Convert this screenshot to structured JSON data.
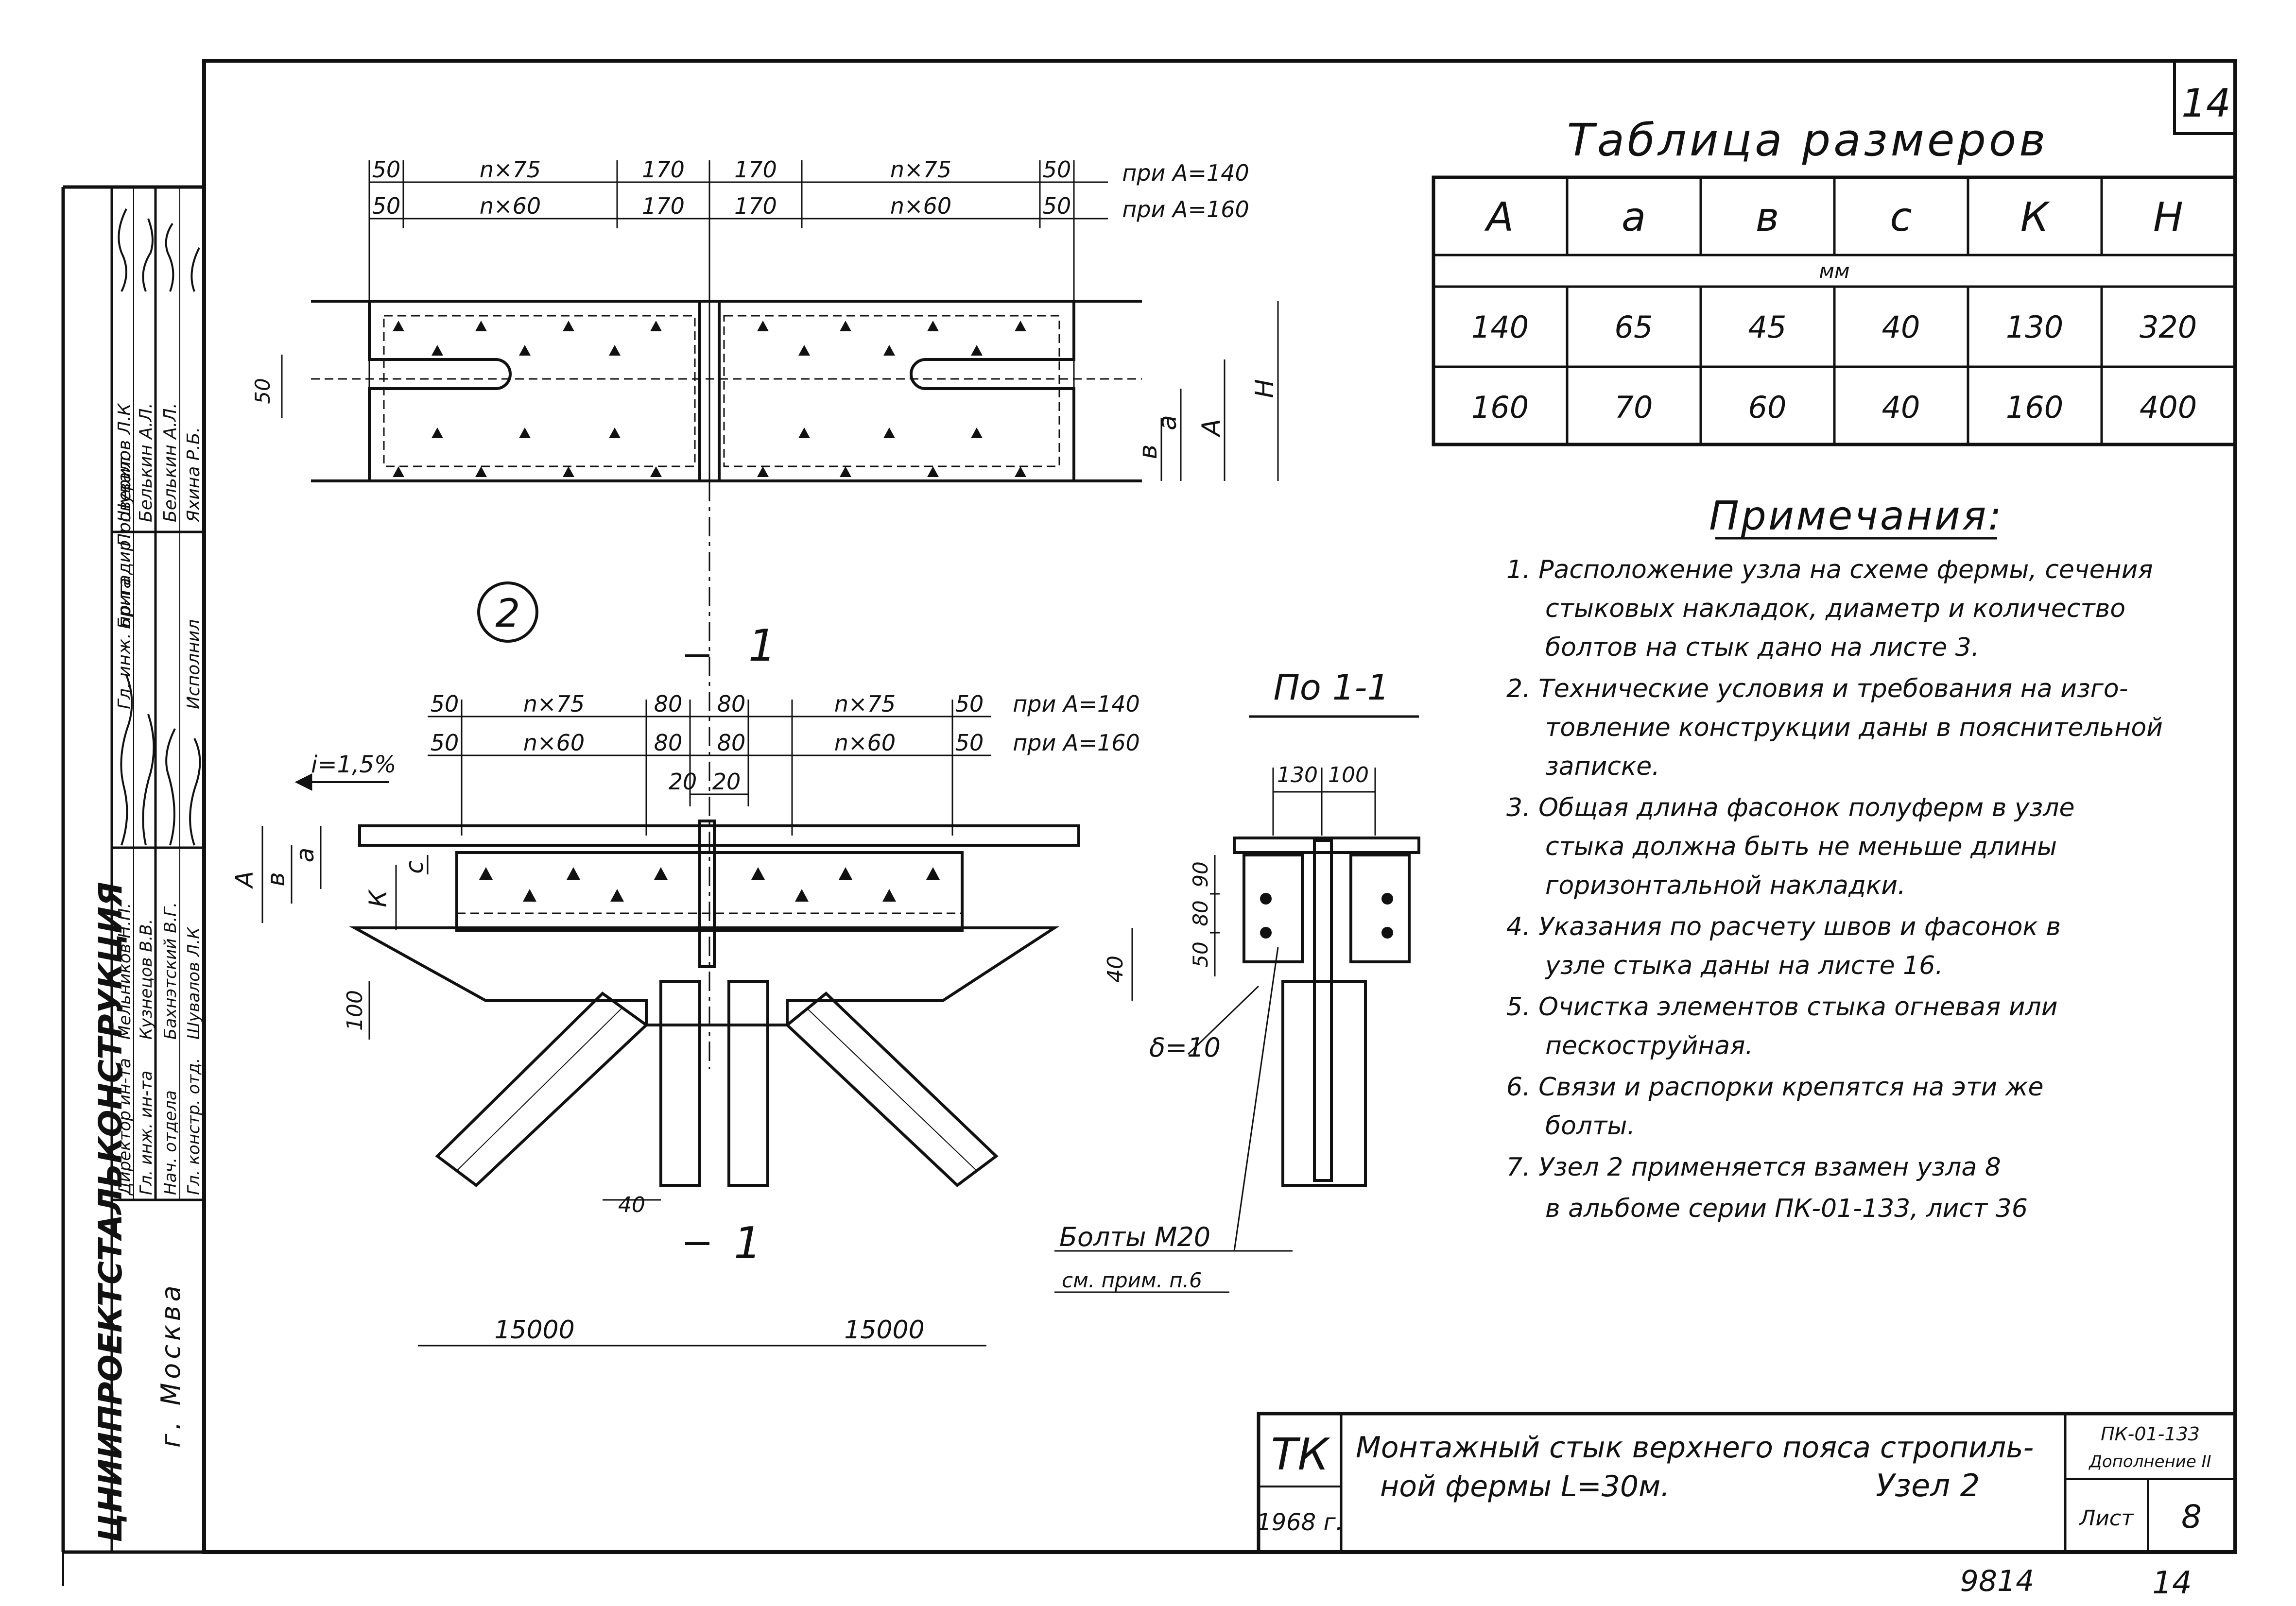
{
  "sheet_number": "14",
  "table": {
    "title": "Таблица размеров",
    "headers": [
      "A",
      "a",
      "в",
      "c",
      "К",
      "H"
    ],
    "unit": "мм",
    "rows": [
      [
        "140",
        "65",
        "45",
        "40",
        "130",
        "320"
      ],
      [
        "160",
        "70",
        "60",
        "40",
        "160",
        "400"
      ]
    ]
  },
  "notes": {
    "title": "Примечания:",
    "lines": [
      "1. Расположение узла на схеме фермы, сечения",
      "стыковых накладок, диаметр и количество",
      "болтов на стык дано на листе 3.",
      "2. Технические условия и требования на изго-",
      "товление конструкции даны в пояснительной",
      "записке.",
      "3. Общая длина фасонок полуферм в узле",
      "стыка должна быть не меньше длины",
      "горизонтальной накладки.",
      "4. Указания по расчету швов и фасонок в",
      "узле стыка даны на листе 16.",
      "5. Очистка элементов стыка огневая или",
      "пескоструйная.",
      "6. Связи и распорки крепятся на эти же",
      "болты.",
      "7. Узел 2 применяется взамен узла 8",
      "в альбоме серии ПК-01-133, лист 36"
    ]
  },
  "top_view": {
    "row1": [
      "50",
      "n×75",
      "170",
      "170",
      "n×75",
      "50",
      "при A=140"
    ],
    "row2": [
      "50",
      "n×60",
      "170",
      "170",
      "n×60",
      "50",
      "при A=160"
    ],
    "side_50": "50",
    "right_labels": [
      "в",
      "a",
      "A",
      "H"
    ]
  },
  "front_view": {
    "node_label": "2",
    "section_mark": "1",
    "row1": [
      "50",
      "n×75",
      "80",
      "80",
      "n×75",
      "50",
      "при A=140"
    ],
    "row2": [
      "50",
      "n×60",
      "80",
      "80",
      "n×60",
      "50",
      "при A=160"
    ],
    "row3": [
      "20",
      "20"
    ],
    "slope": "i=1,5%",
    "left_labels": [
      "A",
      "в",
      "a",
      "К",
      "c"
    ],
    "dim_40_right": "40",
    "dim_100": "100",
    "dim_40_bottom": "40",
    "span_left": "15000",
    "span_right": "15000"
  },
  "section_view": {
    "title": "По 1-1",
    "dims_top": [
      "130",
      "100"
    ],
    "dims_side": [
      "90",
      "80",
      "50"
    ],
    "delta": "δ=10",
    "bolts": "Болты М20",
    "bolts_ref": "см. прим. п.6"
  },
  "left_strip": {
    "org": "ЦНИИПРОЕКТСТАЛЬКОНСТРУКЦИЯ",
    "city": "г. Москва",
    "group_a_roles": [
      "Гл. инж. пр-та",
      "Бригадир",
      "Проверил",
      "Исполнил"
    ],
    "group_a_names": [
      "Шувалов Л.К",
      "Белькин А.Л.",
      "Белькин А.Л.",
      "Яхина Р.Б."
    ],
    "group_b_roles": [
      "Директор ин-та",
      "Гл. инж. ин-та",
      "Нач. отдела",
      "Гл. констр. отд."
    ],
    "group_b_names": [
      "Мельников Н.П.",
      "Кузнецов В.В.",
      "Бахнэтский В.Г.",
      "Шувалов Л.К"
    ]
  },
  "title_block": {
    "tk": "ТК",
    "year": "1968 г.",
    "title_line1": "Монтажный стык верхнего пояса стропиль-",
    "title_line2": "ной фермы L=30м.",
    "node": "Узел 2",
    "series": "ПК-01-133",
    "addendum": "Дополнение II",
    "sheet_label": "Лист",
    "sheet_no": "8"
  },
  "footer": {
    "inv": "9814",
    "page": "14"
  }
}
